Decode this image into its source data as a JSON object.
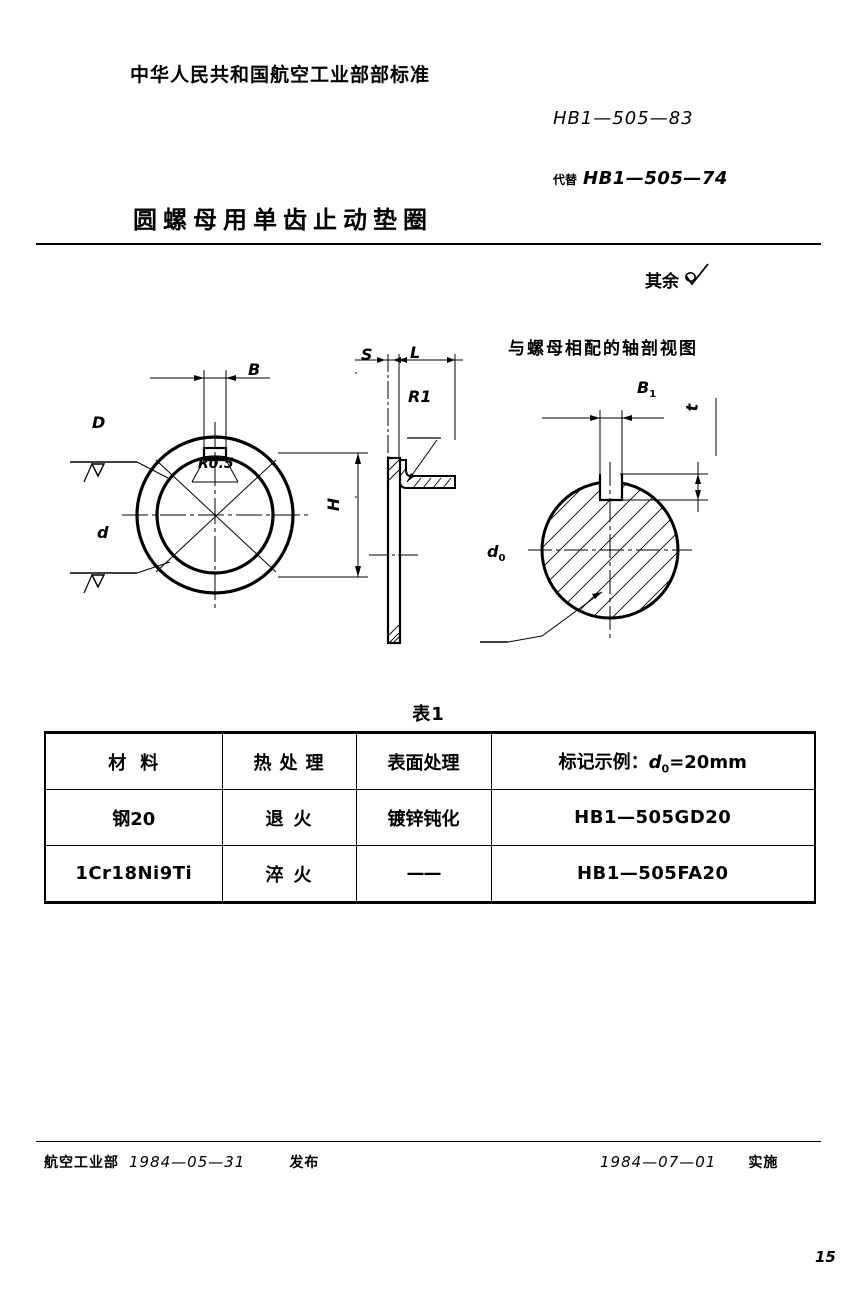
{
  "header": {
    "organization": "中华人民共和国航空工业部部标准",
    "standard_number": "HB1—505—83",
    "replaces_label": "代替",
    "replaces_number": "HB1—505—74",
    "title": "圆螺母用单齿止动垫圈"
  },
  "notes": {
    "rest_surface": "其余"
  },
  "drawing": {
    "front_view": {
      "labels": {
        "outer_diameter": "D",
        "inner_diameter": "d",
        "tab_width": "B",
        "corner_radius": "R0.5",
        "height": "H"
      }
    },
    "side_view": {
      "labels": {
        "thickness": "S",
        "tab_length": "L",
        "bend_radius": "R1"
      }
    },
    "assembly_view": {
      "caption": "与螺母相配的轴剖视图",
      "labels": {
        "groove_width": "B1",
        "groove_depth": "t",
        "shaft_diameter": "d0"
      }
    }
  },
  "table": {
    "title": "表1",
    "headers": {
      "material": "材料",
      "heat_treatment": "热处理",
      "surface_treatment": "表面处理",
      "marking_example_prefix": "标记示例：",
      "marking_example_var": "d",
      "marking_example_sub": "0",
      "marking_example_value": "=20mm"
    },
    "rows": [
      {
        "material": "钢20",
        "heat_treatment": "退火",
        "surface_treatment": "镀锌钝化",
        "marking": "HB1—505GD20"
      },
      {
        "material": "1Cr18Ni9Ti",
        "heat_treatment": "淬火",
        "surface_treatment": "——",
        "marking": "HB1—505FA20"
      }
    ]
  },
  "footer": {
    "issuer": "航空工业部",
    "issue_date": "1984—05—31",
    "issue_action": "发布",
    "effective_date": "1984—07—01",
    "effective_action": "实施",
    "page_number": "15"
  }
}
